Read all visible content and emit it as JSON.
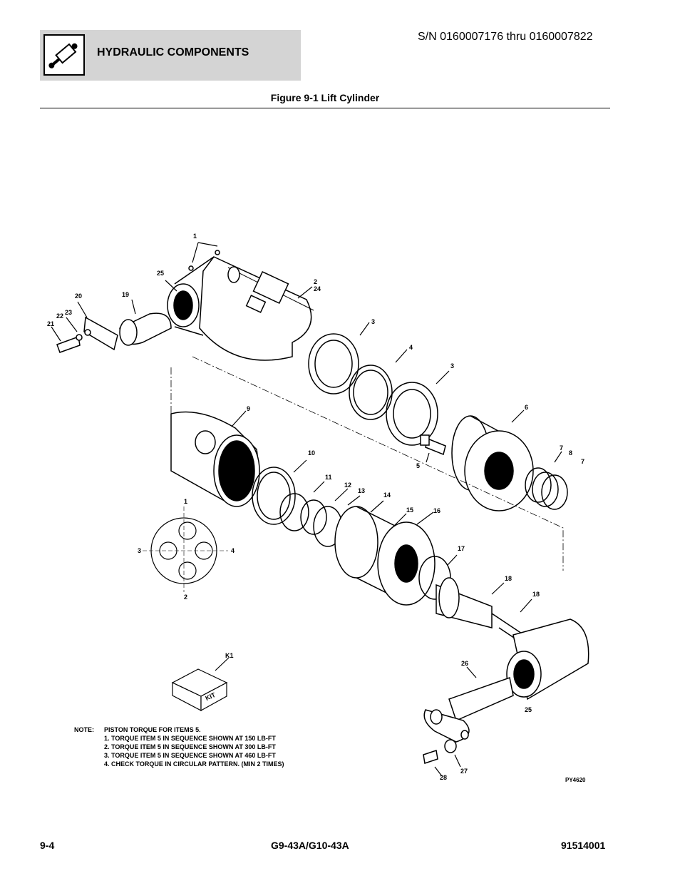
{
  "header": {
    "section_title": "HYDRAULIC COMPONENTS",
    "icon": "hydraulic-cylinder-icon",
    "serial_range": "S/N 0160007176 thru 0160007822"
  },
  "figure": {
    "title": "Figure 9-1 Lift Cylinder",
    "callouts": [
      "1",
      "2",
      "24",
      "25",
      "3",
      "4",
      "3",
      "6",
      "7",
      "8",
      "7",
      "5",
      "9",
      "10",
      "11",
      "12",
      "13",
      "14",
      "15",
      "16",
      "17",
      "18",
      "18",
      "19",
      "20",
      "21",
      "22",
      "23",
      "26",
      "27",
      "28",
      "25",
      "K1"
    ],
    "kit_label": "KIT",
    "pattern_numbers": [
      "1",
      "2",
      "3",
      "4"
    ],
    "drawing_code": "PY4620"
  },
  "note": {
    "label": "NOTE:",
    "heading": "PISTON TORQUE FOR ITEMS 5.",
    "lines": [
      "1. TORQUE ITEM 5 IN SEQUENCE SHOWN AT 150 LB-FT",
      "2. TORQUE ITEM 5 IN SEQUENCE SHOWN AT 300 LB-FT",
      "3. TORQUE ITEM 5 IN SEQUENCE SHOWN AT 460 LB-FT",
      "4. CHECK TORQUE IN CIRCULAR PATTERN. (MIN 2 TIMES)"
    ]
  },
  "footer": {
    "page": "9-4",
    "models": "G9-43A/G10-43A",
    "manual_number": "91514001"
  }
}
